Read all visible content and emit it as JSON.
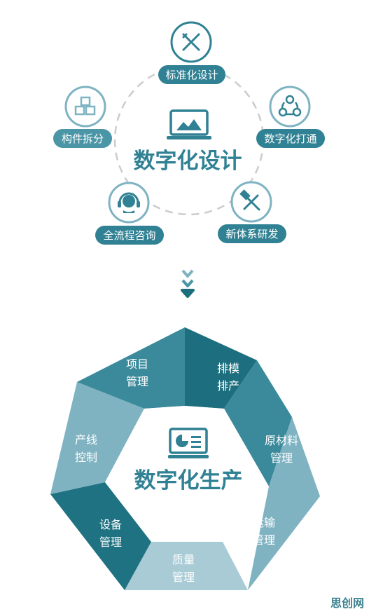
{
  "top": {
    "title": "数字化设计",
    "nodes": [
      {
        "label": "标准化设计",
        "icon": "pencil-ruler-icon"
      },
      {
        "label": "数字化打通",
        "icon": "network-icon"
      },
      {
        "label": "新体系研发",
        "icon": "hammer-wrench-icon"
      },
      {
        "label": "全流程咨询",
        "icon": "headset-icon"
      },
      {
        "label": "构件拆分",
        "icon": "cubes-icon"
      }
    ],
    "center_icon": "laptop-chart-icon"
  },
  "arrow_icon": "triple-chevron-down-icon",
  "bottom": {
    "title": "数字化生产",
    "center_icon": "monitor-pie-chart-icon",
    "segments": [
      {
        "line1": "排模",
        "line2": "排产"
      },
      {
        "line1": "原材料",
        "line2": "管理"
      },
      {
        "line1": "运输",
        "line2": "管理"
      },
      {
        "line1": "质量",
        "line2": "管理"
      },
      {
        "line1": "设备",
        "line2": "管理"
      },
      {
        "line1": "产线",
        "line2": "控制"
      },
      {
        "line1": "项目",
        "line2": "管理"
      }
    ]
  },
  "watermark": "思创网",
  "colors": {
    "dark_teal": "#1d6f7f",
    "teal": "#2f8193",
    "mid_teal": "#4a95a6",
    "light_teal": "#7fb3c2",
    "pale_teal": "#a9cbd6",
    "dash_gray": "#c9c9c9"
  }
}
